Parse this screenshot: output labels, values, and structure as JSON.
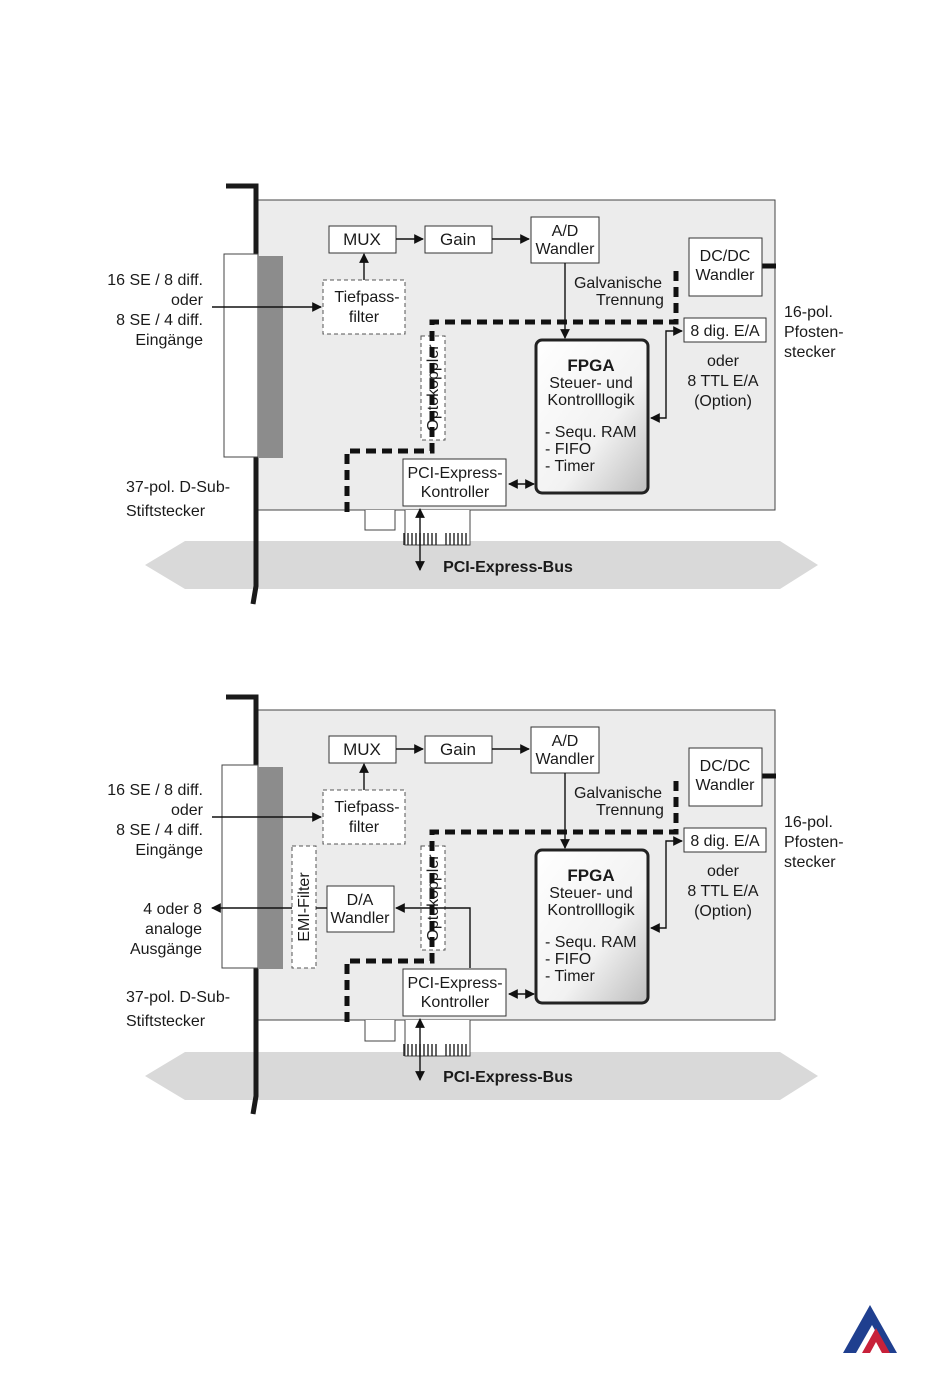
{
  "diagram_top": {
    "mux": "MUX",
    "gain": "Gain",
    "ad": [
      "A/D",
      "Wandler"
    ],
    "dcdc": [
      "DC/DC",
      "Wandler"
    ],
    "galv": [
      "Galvanische",
      "Trennung"
    ],
    "tiefpass": [
      "Tiefpass-",
      "filter"
    ],
    "opto": "Optokoppler",
    "dig": "8 dig. E/A",
    "oder": [
      "oder",
      "8 TTL E/A",
      "(Option)"
    ],
    "fpga_title": "FPGA",
    "fpga_sub": [
      "Steuer- und",
      "Kontrolllogik"
    ],
    "fpga_list": [
      "- Sequ. RAM",
      "- FIFO",
      "- Timer"
    ],
    "pcie_ctrl": [
      "PCI-Express-",
      "Kontroller"
    ],
    "bus": "PCI-Express-Bus",
    "inputs": [
      "16 SE / 8 diff.",
      "oder",
      "8 SE / 4 diff.",
      "Eingänge"
    ],
    "dsub": [
      "37-pol. D-Sub-",
      "Stiftstecker"
    ],
    "header": [
      "16-pol.",
      "Pfosten-",
      "stecker"
    ]
  },
  "diagram_bottom": {
    "mux": "MUX",
    "gain": "Gain",
    "ad": [
      "A/D",
      "Wandler"
    ],
    "dcdc": [
      "DC/DC",
      "Wandler"
    ],
    "galv": [
      "Galvanische",
      "Trennung"
    ],
    "tiefpass": [
      "Tiefpass-",
      "filter"
    ],
    "opto": "Optokoppler",
    "emi": "EMI-Filter",
    "da": [
      "D/A",
      "Wandler"
    ],
    "dig": "8 dig. E/A",
    "oder": [
      "oder",
      "8 TTL E/A",
      "(Option)"
    ],
    "fpga_title": "FPGA",
    "fpga_sub": [
      "Steuer- und",
      "Kontrolllogik"
    ],
    "fpga_list": [
      "- Sequ. RAM",
      "- FIFO",
      "- Timer"
    ],
    "pcie_ctrl": [
      "PCI-Express-",
      "Kontroller"
    ],
    "bus": "PCI-Express-Bus",
    "inputs": [
      "16 SE / 8 diff.",
      "oder",
      "8 SE / 4 diff.",
      "Eingänge"
    ],
    "outputs": [
      "4 oder 8",
      "analoge",
      "Ausgänge"
    ],
    "dsub": [
      "37-pol. D-Sub-",
      "Stiftstecker"
    ],
    "header": [
      "16-pol.",
      "Pfosten-",
      "stecker"
    ]
  },
  "colors": {
    "board": "#ececec",
    "bus_arrow": "#d9d9d9",
    "connector": "#8c8c8c",
    "logo_blue": "#1f3f8f",
    "logo_red": "#c8213a"
  },
  "logo": "company-logo-icon"
}
